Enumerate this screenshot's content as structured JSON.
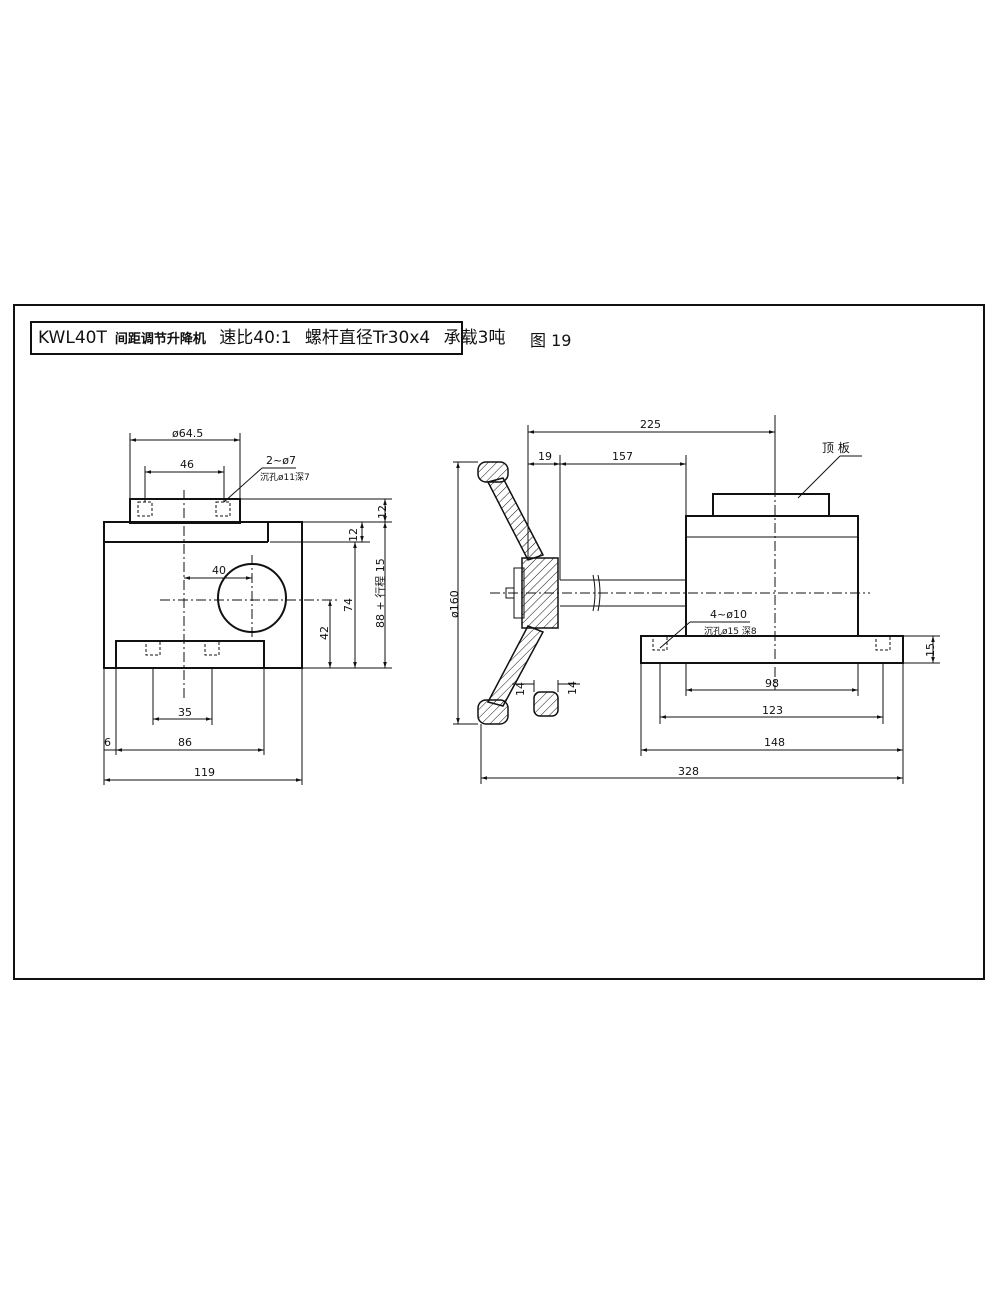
{
  "title": {
    "model": "KWL40T",
    "name": "间距调节升降机",
    "ratio": "速比40:1",
    "screw": "螺杆直径Tr30x4",
    "load": "承载3吨"
  },
  "figure_label": "图 19",
  "front_view": {
    "dim_phi_64_5": "ø64.5",
    "dim_46": "46",
    "dim_2_phi7": "2~ø7",
    "dim_counterbore": "沉孔ø11深7",
    "dim_12_top": "12",
    "dim_12_mid": "12",
    "dim_15": "88 + 行程 15",
    "dim_74": "74",
    "dim_42": "42",
    "dim_40": "40",
    "dim_35": "35",
    "dim_6": "6",
    "dim_86": "86",
    "dim_119": "119"
  },
  "side_view": {
    "dim_225": "225",
    "dim_19": "19",
    "dim_157": "157",
    "dim_phi160": "ø160",
    "top_plate": "顶 板",
    "dim_4_phi10": "4~ø10",
    "dim_counterbore2": "沉孔ø15 深8",
    "dim_15_right": "15",
    "dim_14_a": "14",
    "dim_14_b": "14",
    "dim_98": "98",
    "dim_123": "123",
    "dim_148": "148",
    "dim_328": "328"
  }
}
